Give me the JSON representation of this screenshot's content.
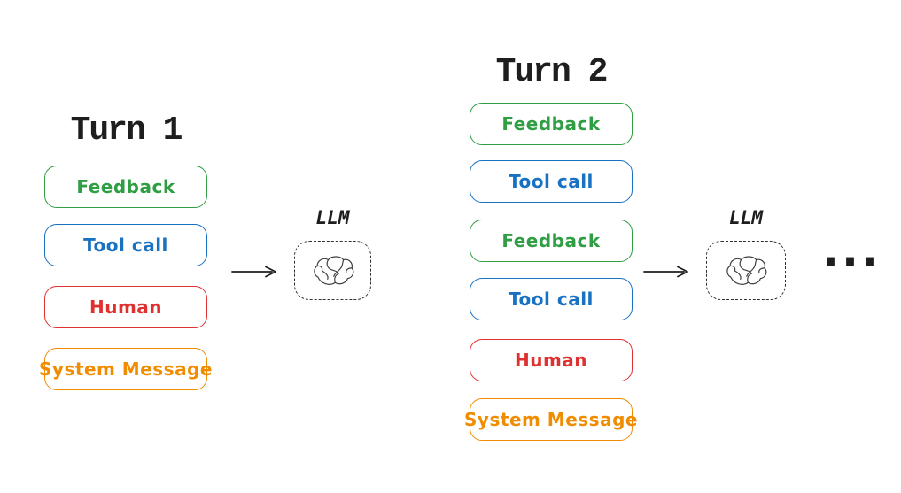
{
  "turn1": {
    "title": "Turn 1",
    "boxes": [
      {
        "label": "Feedback",
        "color": "#2f9e44"
      },
      {
        "label": "Tool call",
        "color": "#1971c2"
      },
      {
        "label": "Human",
        "color": "#e03131"
      },
      {
        "label": "System Message",
        "color": "#f08c00"
      }
    ]
  },
  "turn2": {
    "title": "Turn 2",
    "boxes": [
      {
        "label": "Feedback",
        "color": "#2f9e44"
      },
      {
        "label": "Tool call",
        "color": "#1971c2"
      },
      {
        "label": "Feedback",
        "color": "#2f9e44"
      },
      {
        "label": "Tool call",
        "color": "#1971c2"
      },
      {
        "label": "Human",
        "color": "#e03131"
      },
      {
        "label": "System Message",
        "color": "#f08c00"
      }
    ]
  },
  "llm1": {
    "label": "LLM"
  },
  "llm2": {
    "label": "LLM"
  },
  "ellipsis": "...",
  "colors": {
    "green": "#2f9e44",
    "blue": "#1971c2",
    "red": "#e03131",
    "orange": "#f08c00",
    "ink": "#1e1e1e",
    "background": "#ffffff"
  }
}
